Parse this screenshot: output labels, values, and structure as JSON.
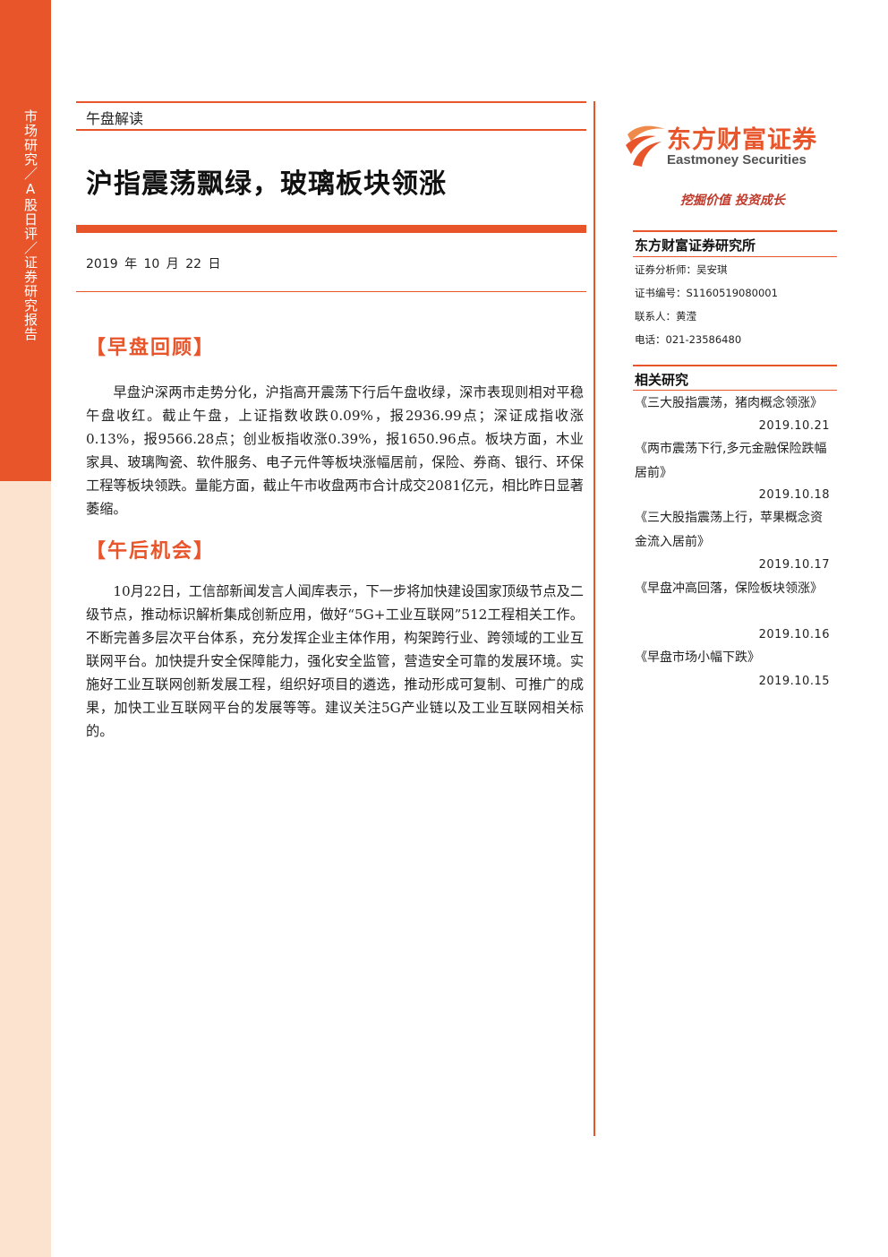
{
  "sidebar": {
    "text": "市场研究／A股日评／证券研究报告"
  },
  "header": {
    "report_type": "午盘解读",
    "title": "沪指震荡飘绿，玻璃板块领涨",
    "date": "2019 年 10 月 22 日"
  },
  "sections": [
    {
      "heading": "【早盘回顾】",
      "body": "早盘沪深两市走势分化，沪指高开震荡下行后午盘收绿，深市表现则相对平稳午盘收红。截止午盘，上证指数收跌0.09%，报2936.99点；深证成指收涨0.13%，报9566.28点；创业板指收涨0.39%，报1650.96点。板块方面，木业家具、玻璃陶瓷、软件服务、电子元件等板块涨幅居前，保险、券商、银行、环保工程等板块领跌。量能方面，截止午市收盘两市合计成交2081亿元，相比昨日显著萎缩。"
    },
    {
      "heading": "【午后机会】",
      "body": "10月22日，工信部新闻发言人闻库表示，下一步将加快建设国家顶级节点及二级节点，推动标识解析集成创新应用，做好“5G+工业互联网”512工程相关工作。不断完善多层次平台体系，充分发挥企业主体作用，构架跨行业、跨领域的工业互联网平台。加快提升安全保障能力，强化安全监管，营造安全可靠的发展环境。实施好工业互联网创新发展工程，组织好项目的遴选，推动形成可复制、可推广的成果，加快工业互联网平台的发展等等。建议关注5G产业链以及工业互联网相关标的。"
    }
  ],
  "brand": {
    "name_cn": "东方财富证券",
    "name_en": "Eastmoney Securities",
    "slogan": "挖掘价值 投资成长",
    "accent_color": "#e8552b"
  },
  "institute": {
    "title": "东方财富证券研究所",
    "analyst": "证券分析师：吴安琪",
    "cert": "证书编号：S1160519080001",
    "contact": "联系人：黄滢",
    "phone": "电话：021-23586480"
  },
  "related": {
    "title": "相关研究",
    "items": [
      {
        "title": "《三大股指震荡，猪肉概念领涨》",
        "date": "2019.10.21"
      },
      {
        "title": "《两市震荡下行,多元金融保险跌幅居前》",
        "date": "2019.10.18"
      },
      {
        "title": "《三大股指震荡上行，苹果概念资金流入居前》",
        "date": "2019.10.17"
      },
      {
        "title": "《早盘冲高回落，保险板块领涨》",
        "date": "2019.10.16"
      },
      {
        "title": "《早盘市场小幅下跌》",
        "date": "2019.10.15"
      }
    ]
  }
}
